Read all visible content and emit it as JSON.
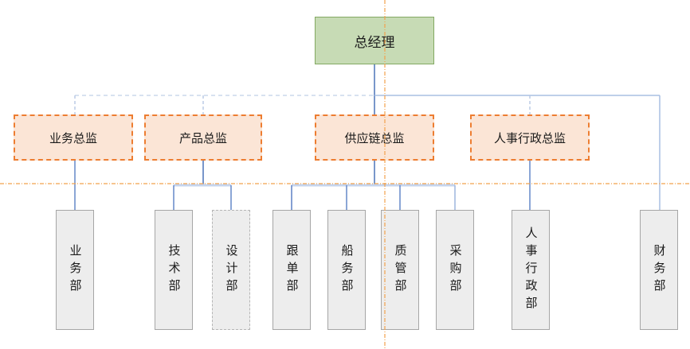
{
  "diagram": {
    "type": "org-chart",
    "nodes": {
      "root": {
        "label": "总经理"
      },
      "directors": [
        {
          "label": "业务总监"
        },
        {
          "label": "产品总监"
        },
        {
          "label": "供应链总监"
        },
        {
          "label": "人事行政总监"
        }
      ],
      "departments": [
        {
          "label": "业务部"
        },
        {
          "label": "技术部"
        },
        {
          "label": "设计部"
        },
        {
          "label": "跟单部"
        },
        {
          "label": "船务部"
        },
        {
          "label": "质管部"
        },
        {
          "label": "采购部"
        },
        {
          "label": "人事行政部"
        },
        {
          "label": "财务部"
        }
      ]
    },
    "colors": {
      "root_fill": "#c7dbb5",
      "root_border": "#83a962",
      "director_fill": "#fbe5d6",
      "director_border": "#ed7d31",
      "department_fill": "#ededed",
      "department_border": "#a6a6a6",
      "connector_solid": "#4a72b8",
      "connector_medium": "#6488c8",
      "connector_light": "#a9bfe2",
      "connector_elbow_bar": "#c5d4ee",
      "connector_dashed": "#b7c7e4",
      "guide_orange": "#f2a24c",
      "text": "#1b1b1b"
    }
  }
}
